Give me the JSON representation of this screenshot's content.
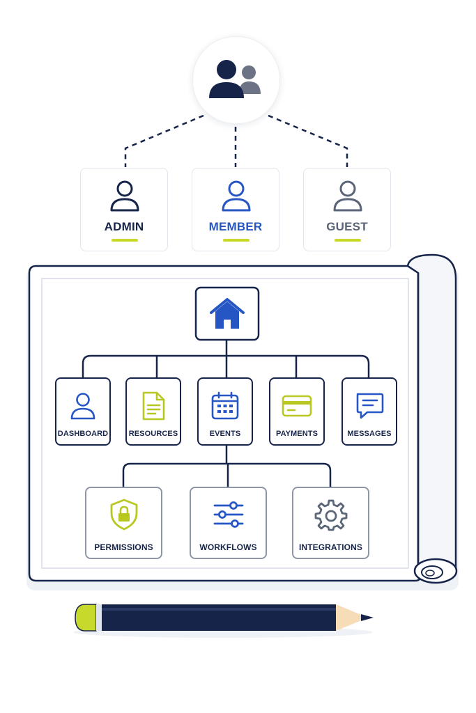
{
  "roles": [
    {
      "label": "ADMIN",
      "color": "#16244a",
      "icon": "admin-user-icon"
    },
    {
      "label": "MEMBER",
      "color": "#2556c4",
      "icon": "member-user-icon"
    },
    {
      "label": "GUEST",
      "color": "#5b6578",
      "icon": "guest-user-icon"
    }
  ],
  "group_icon": "user-group-icon",
  "home_icon": "home-icon",
  "modules_top": [
    {
      "label": "DASHBOARD",
      "icon": "user-icon"
    },
    {
      "label": "RESOURCES",
      "icon": "document-icon"
    },
    {
      "label": "EVENTS",
      "icon": "calendar-icon"
    },
    {
      "label": "PAYMENTS",
      "icon": "credit-card-icon"
    },
    {
      "label": "MESSAGES",
      "icon": "chat-icon"
    }
  ],
  "modules_bottom": [
    {
      "label": "PERMISSIONS",
      "icon": "shield-lock-icon"
    },
    {
      "label": "WORKFLOWS",
      "icon": "sliders-icon"
    },
    {
      "label": "INTEGRATIONS",
      "icon": "gear-icon"
    }
  ],
  "colors": {
    "navy": "#16244a",
    "blue": "#2556c4",
    "lime": "#c7d92a",
    "gray": "#5b6578"
  }
}
